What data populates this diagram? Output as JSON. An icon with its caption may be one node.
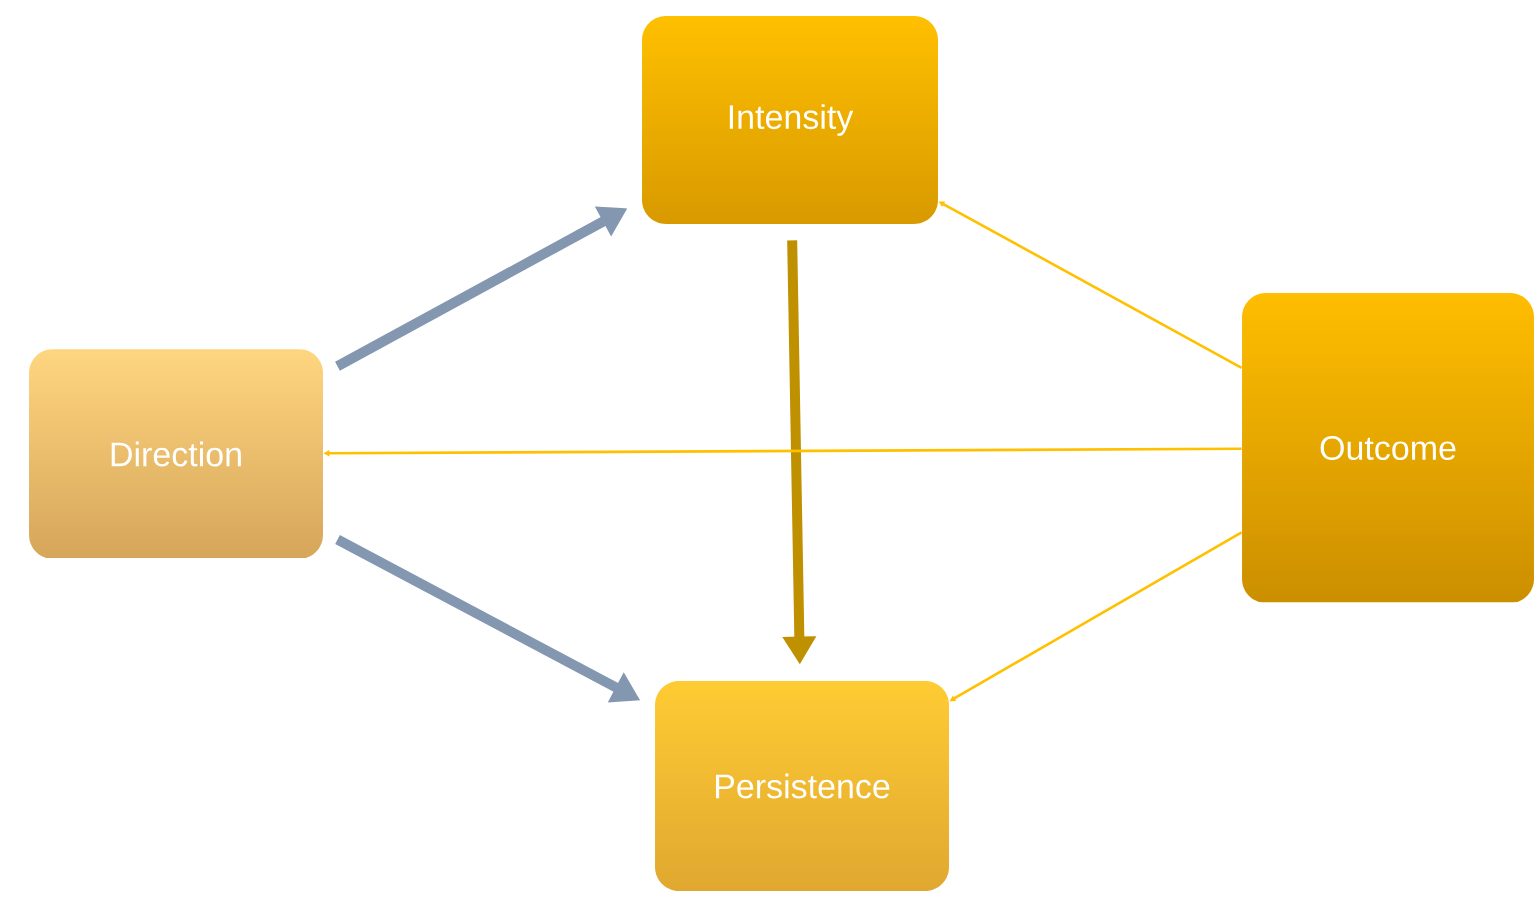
{
  "diagram": {
    "nodes": [
      {
        "text": [
          "Intensity"
        ]
      },
      {
        "text": [
          "Direction"
        ]
      },
      {
        "text": [
          "Outcome"
        ]
      },
      {
        "text": [
          "Persistence"
        ]
      }
    ],
    "edges": [
      {
        "from": 1,
        "to": 0,
        "arrow": "to",
        "style": "thick",
        "color": "#8497b0"
      },
      {
        "from": 1,
        "to": 3,
        "arrow": "to",
        "style": "thick",
        "color": "#8497b0"
      },
      {
        "from": 0,
        "to": 3,
        "arrow": "to",
        "style": "thick",
        "color": "#bf9000"
      },
      {
        "from": 2,
        "to": 0,
        "arrow": "to",
        "color": "#ffc000"
      },
      {
        "from": 2,
        "to": 1,
        "arrow": "to",
        "color": "#ffc000"
      },
      {
        "from": 2,
        "to": 3,
        "arrow": "to",
        "color": "#ffc000"
      }
    ]
  }
}
